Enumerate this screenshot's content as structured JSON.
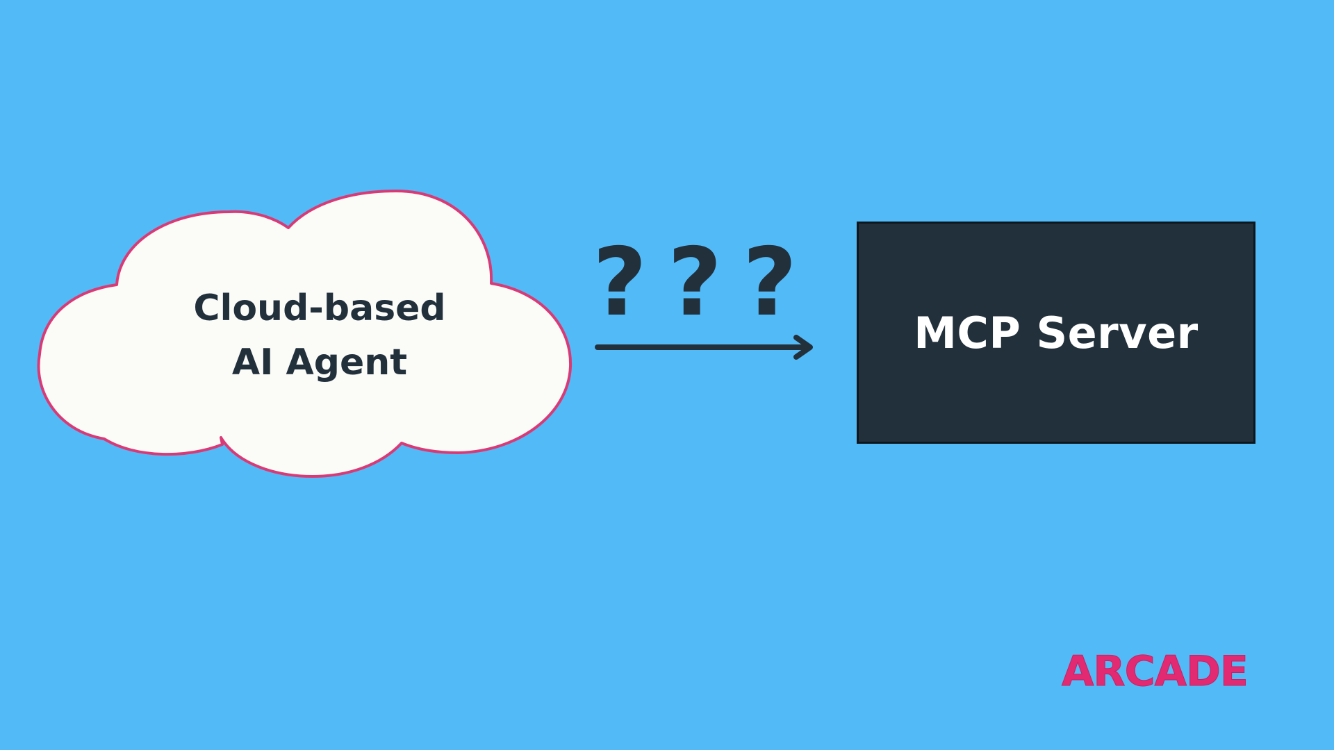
{
  "colors": {
    "background": "#52baf7",
    "cloud_fill": "#fbfbf8",
    "cloud_outline": "#d93a76",
    "server_fill": "#22303c",
    "server_text": "#ffffff",
    "arrow": "#22303c",
    "logo": "#e22a73"
  },
  "cloud": {
    "label_line1": "Cloud-based",
    "label_line2": "AI Agent"
  },
  "connection": {
    "marks": [
      "?",
      "?",
      "?"
    ],
    "arrow_icon": "arrow-right-icon"
  },
  "server": {
    "label": "MCP Server"
  },
  "logo": {
    "text": "ARCADE"
  }
}
